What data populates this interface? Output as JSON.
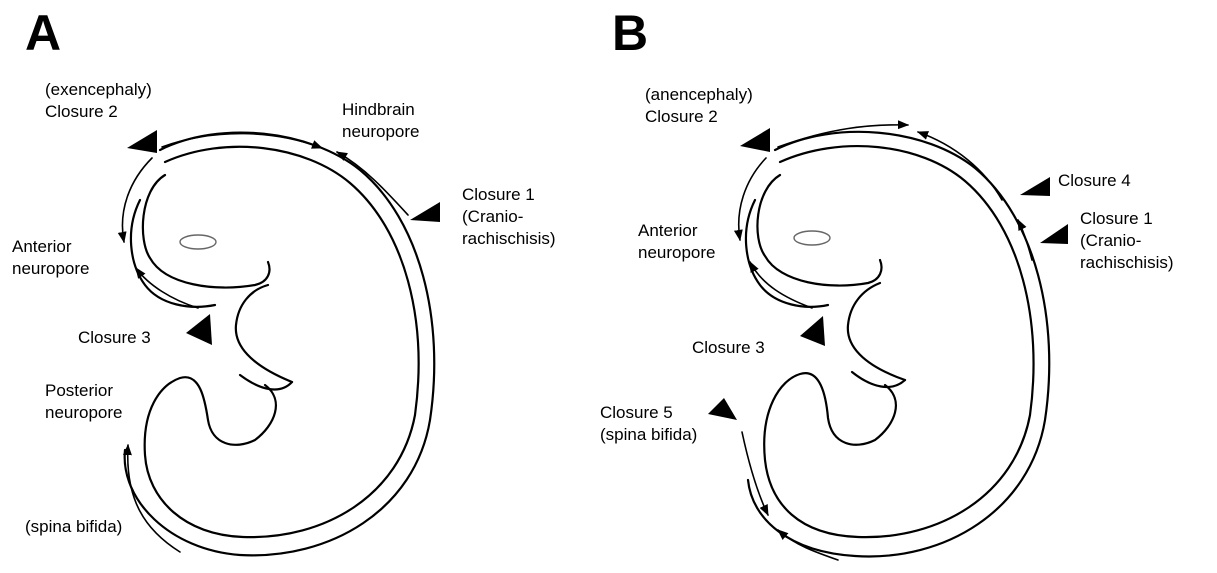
{
  "panel_a": {
    "letter": "A",
    "labels": {
      "exencephaly": "(exencephaly)",
      "closure2": "Closure 2",
      "hindbrain1": "Hindbrain",
      "hindbrain2": "neuropore",
      "closure1": "Closure 1",
      "cranio1": "(Cranio-",
      "cranio2": "rachischisis)",
      "anterior1": "Anterior",
      "anterior2": "neuropore",
      "closure3": "Closure 3",
      "posterior1": "Posterior",
      "posterior2": "neuropore",
      "spina": "(spina bifida)"
    }
  },
  "panel_b": {
    "letter": "B",
    "labels": {
      "anencephaly": "(anencephaly)",
      "closure2": "Closure 2",
      "closure4": "Closure 4",
      "closure1": "Closure 1",
      "cranio1": "(Cranio-",
      "cranio2": "rachischisis)",
      "anterior1": "Anterior",
      "anterior2": "neuropore",
      "closure3": "Closure 3",
      "closure5": "Closure 5",
      "spina": "(spina bifida)"
    }
  }
}
